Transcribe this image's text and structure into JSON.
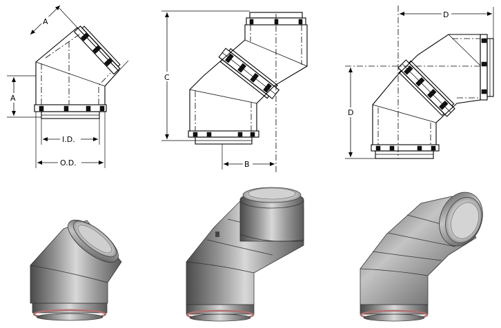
{
  "colors": {
    "line": "#000000",
    "metal_dark": "#5c5c5c",
    "metal_mid": "#a9a9a9",
    "metal_light": "#e2e2e2",
    "gasket": "#b07070"
  },
  "drawings": {
    "elbow_30": {
      "dim_a_top": "A",
      "dim_a_side": "A",
      "dim_id": "I.D.",
      "dim_od": "O.D."
    },
    "elbow_45": {
      "dim_c": "C",
      "dim_b": "B"
    },
    "elbow_90": {
      "dim_d_top": "D",
      "dim_d_side": "D"
    }
  },
  "renders": [
    "elbow-30-render",
    "elbow-45-render",
    "elbow-90-render"
  ]
}
